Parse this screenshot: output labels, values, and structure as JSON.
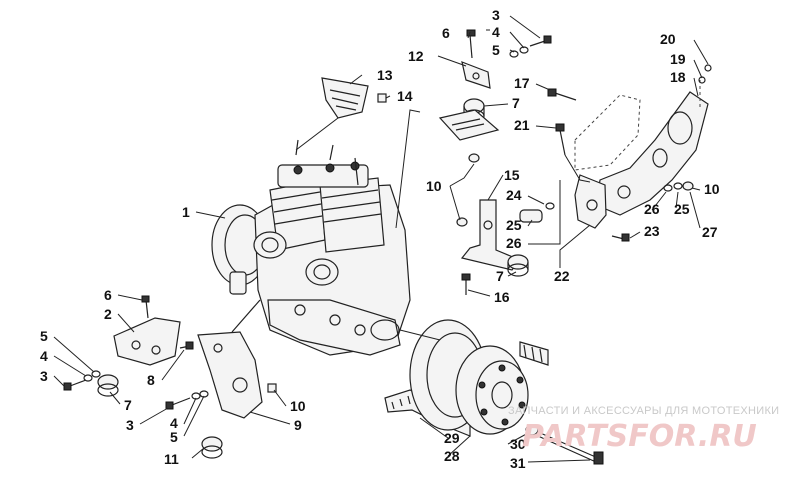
{
  "callouts": [
    {
      "id": "c-3a",
      "text": "3"
    },
    {
      "id": "c-4a",
      "text": "4"
    },
    {
      "id": "c-5a",
      "text": "5"
    },
    {
      "id": "c-6a",
      "text": "6"
    },
    {
      "id": "c-12",
      "text": "12"
    },
    {
      "id": "c-13",
      "text": "13"
    },
    {
      "id": "c-14",
      "text": "14"
    },
    {
      "id": "c-7a",
      "text": "7"
    },
    {
      "id": "c-17",
      "text": "17"
    },
    {
      "id": "c-20",
      "text": "20"
    },
    {
      "id": "c-19",
      "text": "19"
    },
    {
      "id": "c-18",
      "text": "18"
    },
    {
      "id": "c-21",
      "text": "21"
    },
    {
      "id": "c-10a",
      "text": "10"
    },
    {
      "id": "c-15",
      "text": "15"
    },
    {
      "id": "c-24",
      "text": "24"
    },
    {
      "id": "c-25a",
      "text": "25"
    },
    {
      "id": "c-26a",
      "text": "26"
    },
    {
      "id": "c-10b",
      "text": "10"
    },
    {
      "id": "c-26b",
      "text": "26"
    },
    {
      "id": "c-25b",
      "text": "25"
    },
    {
      "id": "c-27",
      "text": "27"
    },
    {
      "id": "c-23",
      "text": "23"
    },
    {
      "id": "c-22",
      "text": "22"
    },
    {
      "id": "c-7b",
      "text": "7"
    },
    {
      "id": "c-16",
      "text": "16"
    },
    {
      "id": "c-1",
      "text": "1"
    },
    {
      "id": "c-6b",
      "text": "6"
    },
    {
      "id": "c-2",
      "text": "2"
    },
    {
      "id": "c-5b",
      "text": "5"
    },
    {
      "id": "c-4b",
      "text": "4"
    },
    {
      "id": "c-3b",
      "text": "3"
    },
    {
      "id": "c-7c",
      "text": "7"
    },
    {
      "id": "c-8",
      "text": "8"
    },
    {
      "id": "c-4c",
      "text": "4"
    },
    {
      "id": "c-3c",
      "text": "3"
    },
    {
      "id": "c-5c",
      "text": "5"
    },
    {
      "id": "c-10c",
      "text": "10"
    },
    {
      "id": "c-9",
      "text": "9"
    },
    {
      "id": "c-11",
      "text": "11"
    },
    {
      "id": "c-29",
      "text": "29"
    },
    {
      "id": "c-28",
      "text": "28"
    },
    {
      "id": "c-30",
      "text": "30"
    },
    {
      "id": "c-31",
      "text": "31"
    }
  ],
  "watermark": {
    "tagline": "ЗАПЧАСТИ И АКСЕССУАРЫ ДЛЯ МОТОТЕХНИКИ",
    "brand": "PARTSFOR.RU"
  }
}
